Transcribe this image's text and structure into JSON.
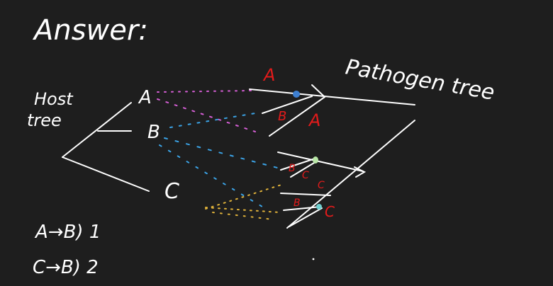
{
  "heading": "Answer:",
  "host_tree_label": [
    "Host",
    "tree"
  ],
  "pathogen_tree_label": "Pathogen tree",
  "host_taxa": [
    "A",
    "B",
    "C"
  ],
  "pathogen_labels": {
    "top_branch": "A",
    "first_split": [
      "B",
      "A"
    ],
    "second_split": [
      "B",
      "C",
      "C"
    ],
    "third_split": [
      "B",
      "C"
    ]
  },
  "notes": [
    "A→B) 1",
    "C→B) 2"
  ],
  "colors": {
    "background": "#1e1e1e",
    "ink": "#ffffff",
    "red_labels": "#e21b1b",
    "dots_A": "#d65fd6",
    "dots_B": "#3ba3e6",
    "dots_C": "#e0b23a",
    "node_blue": "#3d7fd1",
    "node_green": "#b9e7a7",
    "node_cyan": "#6fd1d1"
  }
}
